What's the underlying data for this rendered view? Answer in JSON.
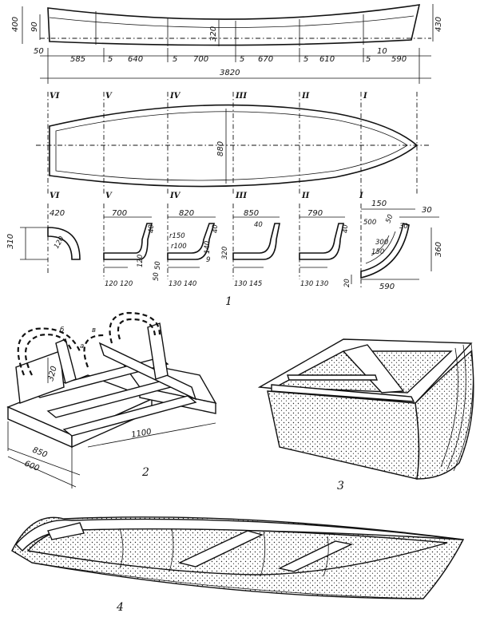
{
  "figure1": {
    "number": "1",
    "side_view": {
      "left_height": "400",
      "left_inner": "90",
      "mid_depth": "320",
      "right_height": "430",
      "left_offset": "50",
      "bottom_dims": [
        "585",
        "5",
        "640",
        "5",
        "700",
        "5",
        "670",
        "5",
        "610",
        "5",
        "10",
        "590"
      ],
      "total_length": "3820"
    },
    "frame_numerals_top": [
      "VI",
      "V",
      "IV",
      "III",
      "II",
      "I"
    ],
    "plan_view": {
      "beam": "880"
    },
    "frame_numerals_bottom": [
      "VI",
      "V",
      "IV",
      "III",
      "II",
      "I"
    ],
    "sections": {
      "widths": [
        "420",
        "700",
        "820",
        "850",
        "790",
        "150"
      ],
      "heights": [
        "310",
        "360"
      ],
      "labels": [
        "120",
        "40",
        "40",
        "40",
        "40",
        "50",
        "120",
        "r150",
        "r100",
        "140",
        "9",
        "320",
        "30",
        "500",
        "50",
        "300",
        "150"
      ],
      "bottom_dims": [
        "120",
        "120",
        "130",
        "140",
        "130",
        "145",
        "130",
        "130",
        "590",
        "20",
        "50"
      ],
      "right_offset": "30"
    }
  },
  "figure2": {
    "number": "2",
    "letters": [
      "б",
      "в",
      "а"
    ],
    "height": "320",
    "width": "850",
    "depth": "600",
    "length": "1100"
  },
  "figure3": {
    "number": "3"
  },
  "figure4": {
    "number": "4"
  }
}
